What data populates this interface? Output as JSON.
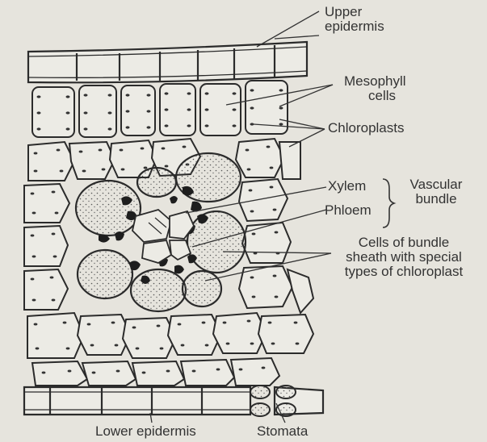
{
  "labels": {
    "upper_epidermis": [
      "Upper",
      "epidermis"
    ],
    "mesophyll_cells": [
      "Mesophyll",
      "cells"
    ],
    "chloroplasts": "Chloroplasts",
    "xylem": "Xylem",
    "phloem": "Phloem",
    "vascular_bundle": [
      "Vascular",
      "bundle"
    ],
    "bundle_sheath": [
      "Cells of bundle",
      "sheath with special",
      "types of chloroplast"
    ],
    "lower_epidermis": "Lower epidermis",
    "stomata": "Stomata"
  },
  "colors": {
    "background": "#e6e4dd",
    "ink": "#333333",
    "cell_fill": "#ecebe5",
    "sheath_fill": "#e2e0d9"
  }
}
